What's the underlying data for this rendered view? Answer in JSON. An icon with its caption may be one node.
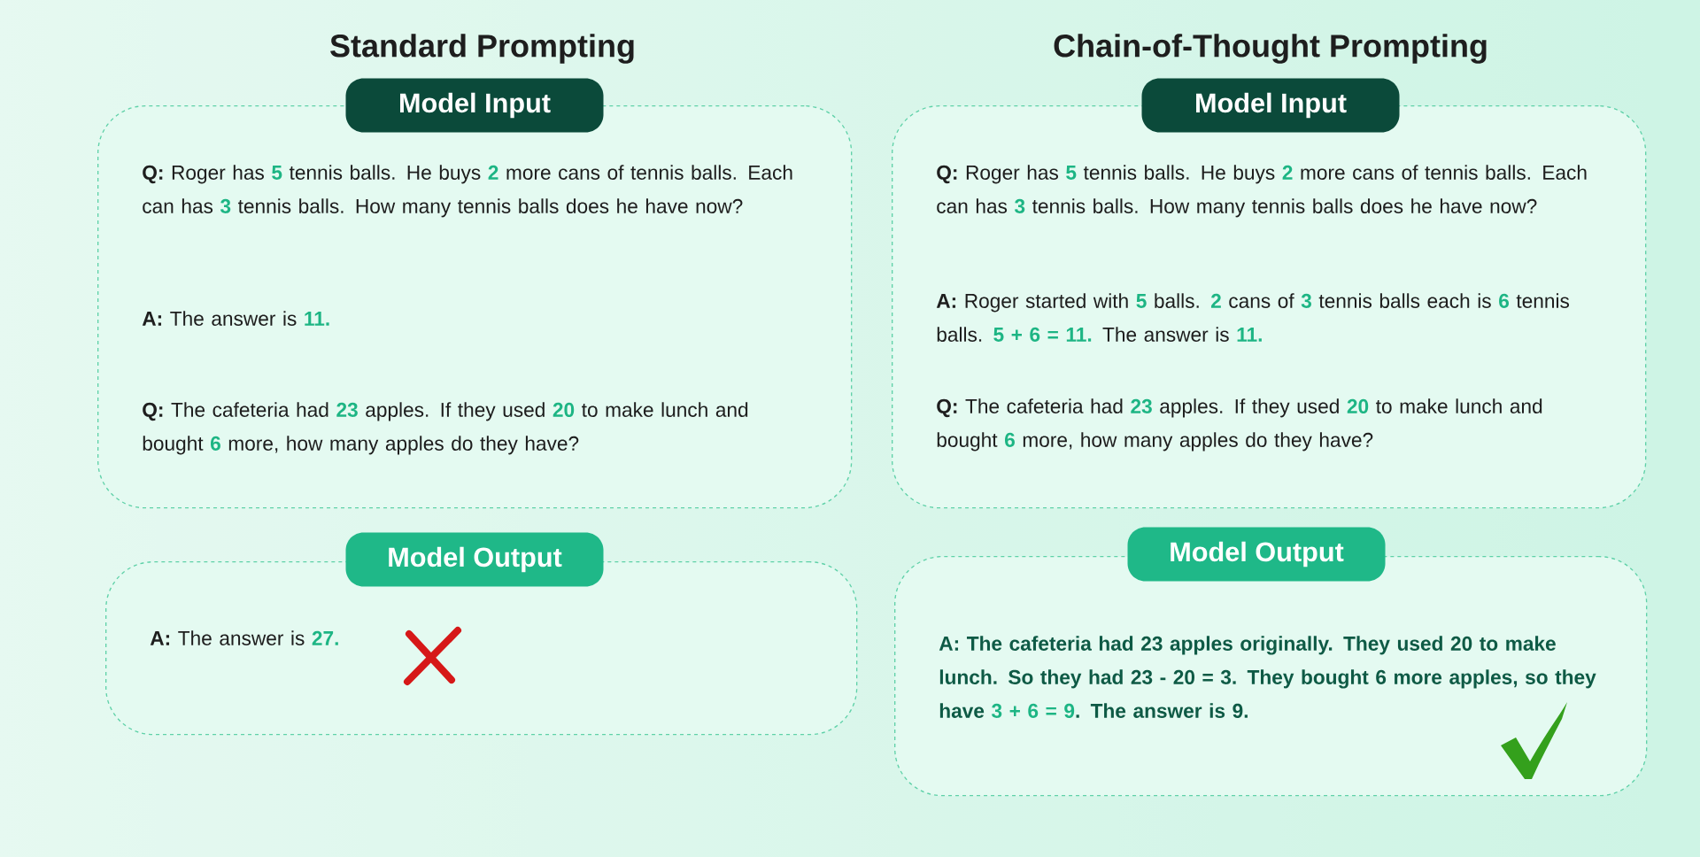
{
  "diagram": {
    "nodes": [
      {
        "text": [
          "Model Input"
        ]
      },
      {
        "text": [
          "**Q:** Roger has **5** tennis balls. He buys **2** more cans of tennis balls. Each can has **3** tennis balls. How many tennis balls does he have now?",
          "**A:** The answer is **11.**",
          "**Q:** The cafeteria had **23** apples. If they used **20** to make lunch and bought **6** more, how many apples do they have?"
        ]
      },
      {
        "text": [
          "Model Output"
        ]
      },
      {
        "text": [
          "**A:** The answer is **27.**"
        ]
      },
      {
        "text": [
          "Model Input"
        ]
      },
      {
        "text": [
          "**Q:** Roger has **5** tennis balls. He buys **2** more cans of tennis balls. Each can has **3** tennis balls. How many tennis balls does he have now?",
          "**A:** Roger started with **5** balls. **2** cans of **3** tennis balls each is **6** tennis balls. **5 + 6 = 11.** The answer is **11.**",
          "**Q:** The cafeteria had **23** apples. If they used **20** to make lunch and bought **6** more, how many apples do they have?"
        ]
      },
      {
        "text": [
          "Model Output"
        ]
      },
      {
        "text": [
          "A: The cafeteria had 23 apples originally. They used 20 to make lunch. So they had 23 - 20 = 3. They bought 6 more apples, so they have **3 + 6 = 9**. The answer is 9."
        ]
      }
    ],
    "labels": [
      "Standard Prompting",
      "Chain-of-Thought Prompting"
    ]
  }
}
